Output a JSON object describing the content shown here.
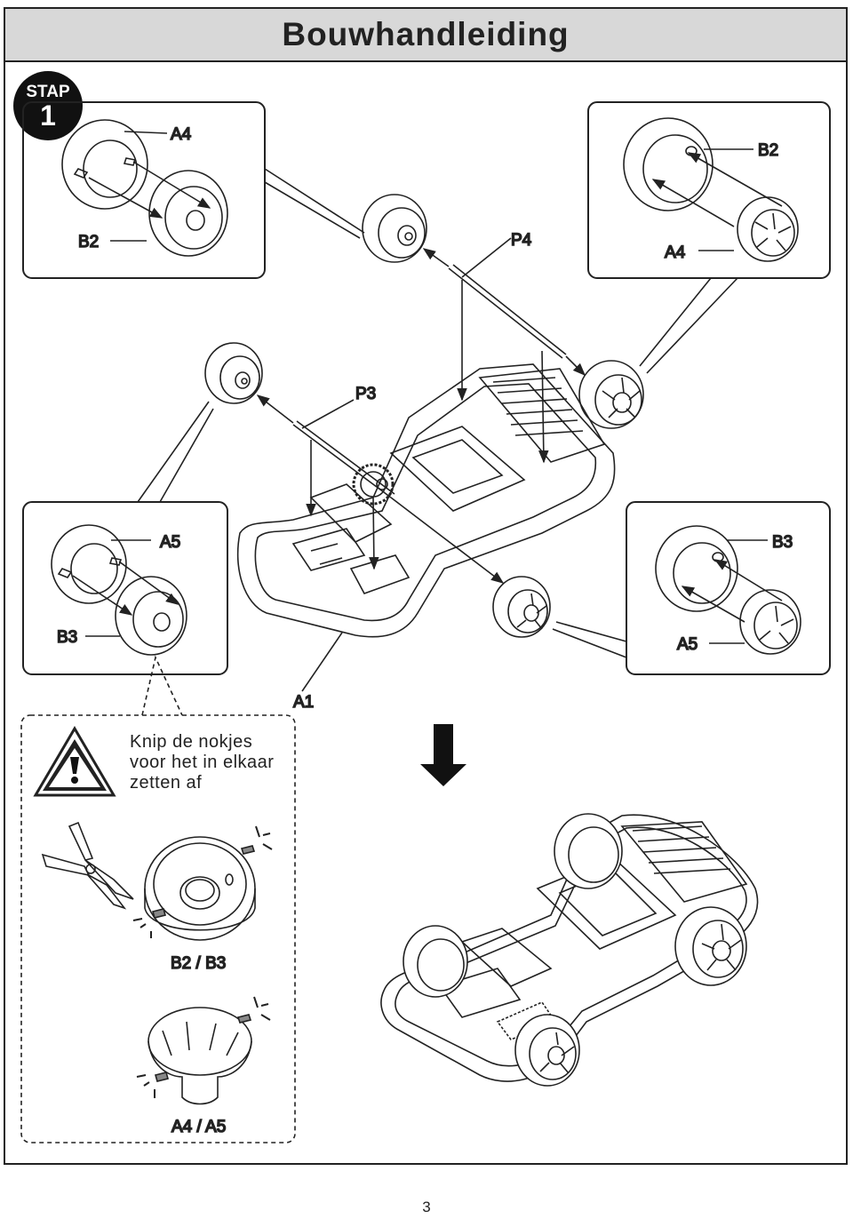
{
  "header": {
    "title": "Bouwhandleiding"
  },
  "step": {
    "word": "STAP",
    "number": "1"
  },
  "labels": {
    "tl_a4": "A4",
    "tl_b2": "B2",
    "tr_b2": "B2",
    "tr_a4": "A4",
    "p4": "P4",
    "p3": "P3",
    "ml_a5": "A5",
    "ml_b3": "B3",
    "mr_b3": "B3",
    "mr_a5": "A5",
    "a1": "A1",
    "part_b2b3": "B2 / B3",
    "part_a4a5": "A4 / A5"
  },
  "warning": {
    "lines": [
      "Knip de nokjes",
      "voor het in elkaar",
      "zetten af"
    ],
    "icon": "warning-triangle-icon"
  },
  "page_number": "3"
}
